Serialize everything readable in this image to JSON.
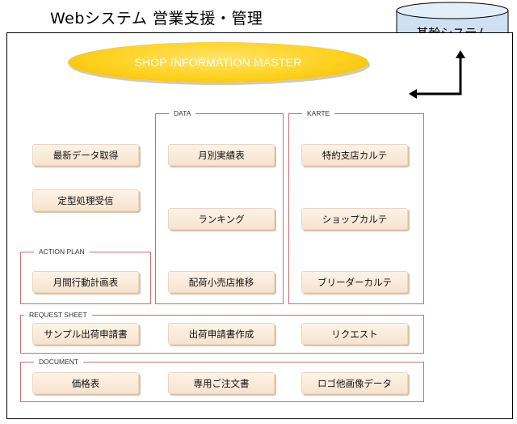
{
  "title": "Webシステム 営業支援・管理",
  "header": {
    "banner": "SHOP INFORMATION MASTER"
  },
  "database": {
    "label": "基幹システム"
  },
  "sections": {
    "data": "DATA",
    "karte": "KARTE",
    "action_plan": "ACTION PLAN",
    "request_sheet": "REQUEST SHEET",
    "document": "DOCUMENT"
  },
  "buttons": {
    "latest_data": "最新データ取得",
    "scheduled_receive": "定型処理受信",
    "monthly_plan": "月間行動計画表",
    "monthly_results": "月別実績表",
    "ranking": "ランキング",
    "retailer_trend": "配荷小売店推移",
    "special_branch_karte": "特約支店カルテ",
    "shop_karte": "ショップカルテ",
    "breeder_karte": "ブリーダーカルテ",
    "sample_request": "サンプル出荷申請書",
    "shipping_request": "出荷申請書作成",
    "request": "リクエスト",
    "price_list": "価格表",
    "order_form": "専用ご注文書",
    "logo_images": "ロゴ他画像データ"
  }
}
